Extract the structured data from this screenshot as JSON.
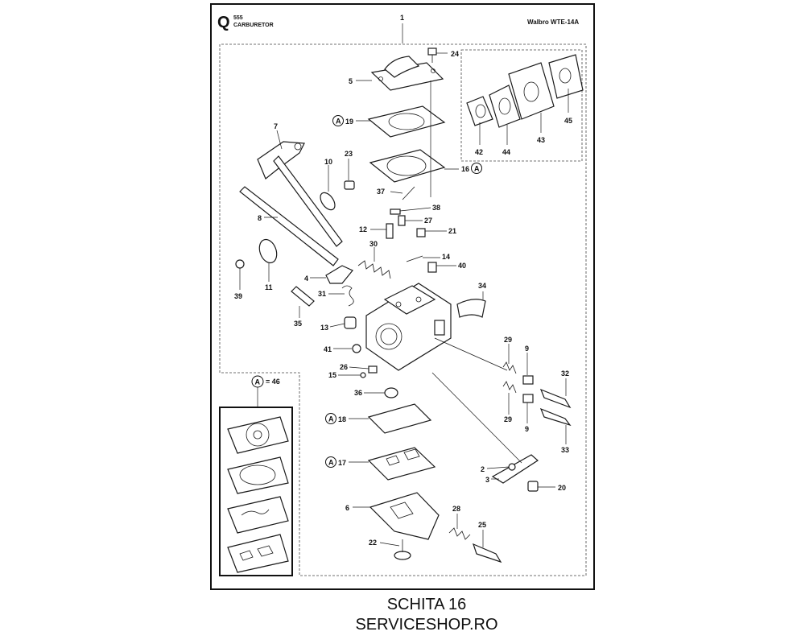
{
  "header": {
    "section_letter": "Q",
    "model": "555",
    "title": "CARBURETOR",
    "carb_model": "Walbro WTE-14A",
    "assembly_ref": "1"
  },
  "kit_label": {
    "circle": "A",
    "text": "= 46"
  },
  "circle_marker": "A",
  "parts": [
    {
      "id": "p24",
      "label": "24"
    },
    {
      "id": "p5",
      "label": "5"
    },
    {
      "id": "p19",
      "label": "19",
      "kit": true
    },
    {
      "id": "p16",
      "label": "16",
      "kit": true
    },
    {
      "id": "p7",
      "label": "7"
    },
    {
      "id": "p23",
      "label": "23"
    },
    {
      "id": "p10",
      "label": "10"
    },
    {
      "id": "p8",
      "label": "8"
    },
    {
      "id": "p37",
      "label": "37"
    },
    {
      "id": "p38",
      "label": "38"
    },
    {
      "id": "p27",
      "label": "27"
    },
    {
      "id": "p12",
      "label": "12"
    },
    {
      "id": "p21",
      "label": "21"
    },
    {
      "id": "p30",
      "label": "30"
    },
    {
      "id": "p14",
      "label": "14"
    },
    {
      "id": "p40",
      "label": "40"
    },
    {
      "id": "p4",
      "label": "4"
    },
    {
      "id": "p11",
      "label": "11"
    },
    {
      "id": "p39",
      "label": "39"
    },
    {
      "id": "p31",
      "label": "31"
    },
    {
      "id": "p34",
      "label": "34"
    },
    {
      "id": "p35",
      "label": "35"
    },
    {
      "id": "p13",
      "label": "13"
    },
    {
      "id": "p41",
      "label": "41"
    },
    {
      "id": "p26",
      "label": "26"
    },
    {
      "id": "p15",
      "label": "15"
    },
    {
      "id": "p36",
      "label": "36"
    },
    {
      "id": "p29a",
      "label": "29"
    },
    {
      "id": "p9a",
      "label": "9"
    },
    {
      "id": "p32",
      "label": "32"
    },
    {
      "id": "p29b",
      "label": "29"
    },
    {
      "id": "p9b",
      "label": "9"
    },
    {
      "id": "p33",
      "label": "33"
    },
    {
      "id": "p18",
      "label": "18",
      "kit": true
    },
    {
      "id": "p17",
      "label": "17",
      "kit": true
    },
    {
      "id": "p2",
      "label": "2"
    },
    {
      "id": "p3",
      "label": "3"
    },
    {
      "id": "p20",
      "label": "20"
    },
    {
      "id": "p6",
      "label": "6"
    },
    {
      "id": "p28",
      "label": "28"
    },
    {
      "id": "p25",
      "label": "25"
    },
    {
      "id": "p22",
      "label": "22"
    },
    {
      "id": "p42",
      "label": "42"
    },
    {
      "id": "p44",
      "label": "44"
    },
    {
      "id": "p43",
      "label": "43"
    },
    {
      "id": "p45",
      "label": "45"
    }
  ],
  "footer": {
    "line1": "SCHITA 16",
    "line2": "SERVICESHOP.RO"
  }
}
